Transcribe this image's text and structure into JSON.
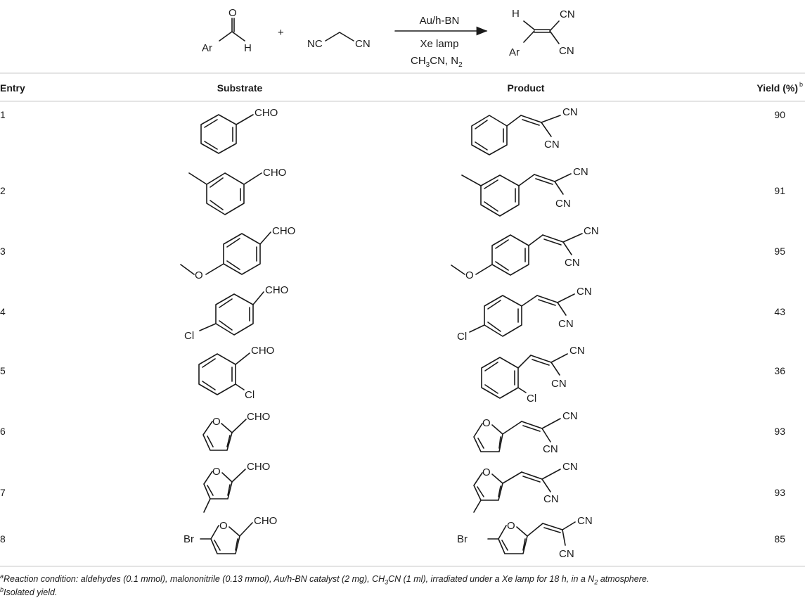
{
  "scheme": {
    "reactant1": {
      "ar": "Ar",
      "o": "O",
      "h": "H"
    },
    "plus": "+",
    "reactant2": {
      "nc": "NC",
      "cn": "CN"
    },
    "conditions": {
      "catalyst": "Au/h-BN",
      "lamp": "Xe lamp",
      "solvent": "CH3CN, N2"
    },
    "product": {
      "h": "H",
      "cn1": "CN",
      "cn2": "CN",
      "ar": "Ar"
    }
  },
  "table": {
    "headers": {
      "entry": "Entry",
      "substrate": "Substrate",
      "product": "Product",
      "yield": "Yield (%)",
      "yield_sup": "b"
    },
    "rows": [
      {
        "entry": "1",
        "yield": "90",
        "substrate": "benzaldehyde",
        "product": "benzylidenemalononitrile"
      },
      {
        "entry": "2",
        "yield": "91",
        "substrate": "3-methylbenzaldehyde",
        "product": "3-methylbenzylidenemalononitrile"
      },
      {
        "entry": "3",
        "yield": "95",
        "substrate": "4-methoxybenzaldehyde",
        "product": "4-methoxybenzylidenemalononitrile"
      },
      {
        "entry": "4",
        "yield": "43",
        "substrate": "4-chlorobenzaldehyde",
        "product": "4-chlorobenzylidenemalononitrile"
      },
      {
        "entry": "5",
        "yield": "36",
        "substrate": "2-chlorobenzaldehyde",
        "product": "2-chlorobenzylidenemalononitrile"
      },
      {
        "entry": "6",
        "yield": "93",
        "substrate": "furfural",
        "product": "furfurylidenemalononitrile"
      },
      {
        "entry": "7",
        "yield": "93",
        "substrate": "4-methylfurfural",
        "product": "4-methylfurfurylidenemalononitrile"
      },
      {
        "entry": "8",
        "yield": "85",
        "substrate": "5-bromofurfural",
        "product": "5-bromofurfurylidenemalononitrile"
      }
    ],
    "labels": {
      "cho": "CHO",
      "cn": "CN",
      "o": "O",
      "cl": "Cl",
      "br": "Br"
    }
  },
  "footnotes": {
    "a_mark": "a",
    "a_text_1": "Reaction condition: aldehydes (0.1 mmol), malononitrile (0.13 mmol), Au/h-BN catalyst (2 mg), CH",
    "a_sub_3": "3",
    "a_text_2": "CN (1 ml), irradiated under a Xe lamp for 18 h, in a N",
    "a_sub_2": "2",
    "a_text_3": " atmosphere.",
    "b_mark": "b",
    "b_text": "Isolated yield."
  }
}
